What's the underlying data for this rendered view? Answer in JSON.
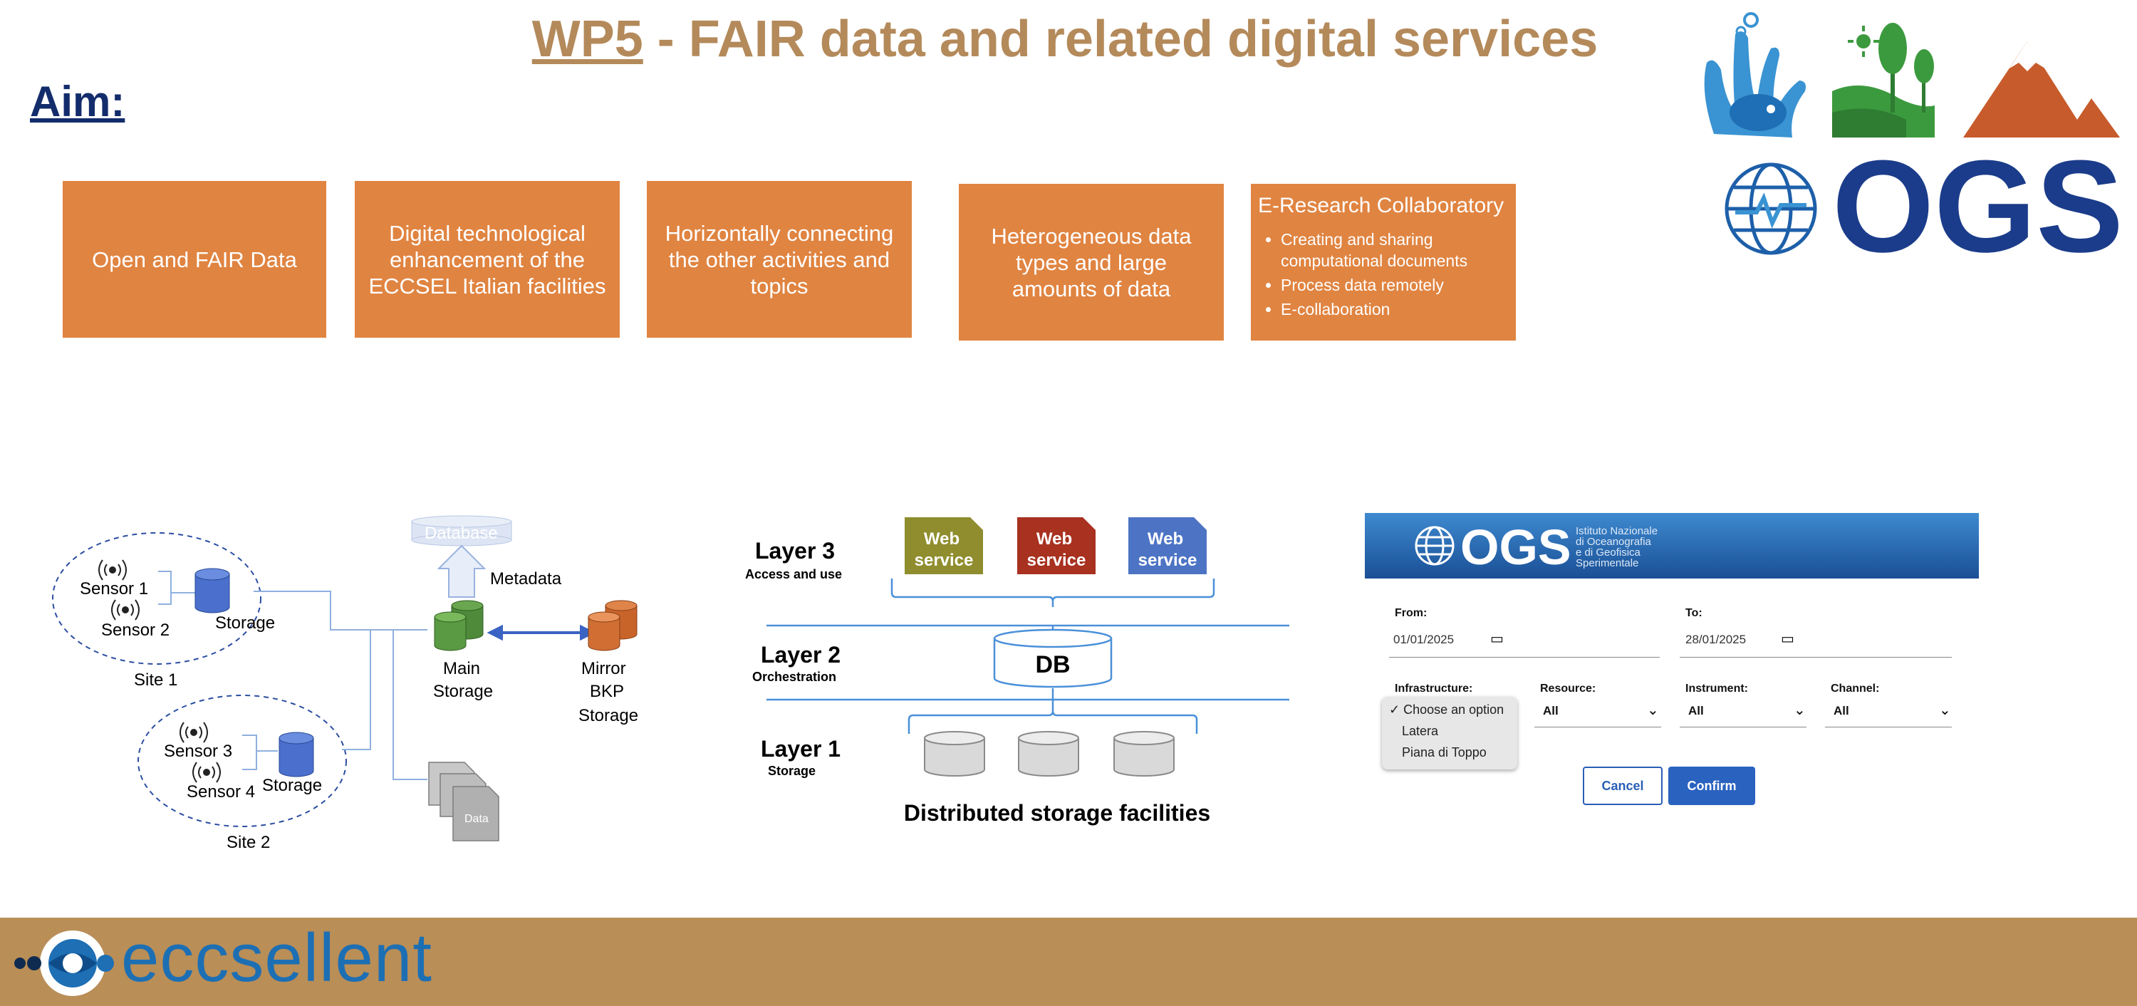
{
  "title": {
    "prefix": "WP5",
    "rest": " - FAIR data and related digital services"
  },
  "aim": "Aim:",
  "boxes": [
    "Open and FAIR Data",
    "Digital technological enhancement of the ECCSEL Italian facilities",
    "Horizontally connecting the other activities  and topics",
    "Heterogeneous data types and large amounts of data"
  ],
  "eresearch": {
    "title": "E-Research Collaboratory",
    "items": [
      "Creating and sharing computational documents",
      "Process data remotely",
      "E-collaboration"
    ]
  },
  "logo": {
    "text": "OGS"
  },
  "diagram1": {
    "database": "Database",
    "metadata": "Metadata",
    "sensor1": "Sensor 1",
    "sensor2": "Sensor 2",
    "sensor3": "Sensor 3",
    "sensor4": "Sensor 4",
    "storage": "Storage",
    "site1": "Site 1",
    "site2": "Site 2",
    "main_storage": [
      "Main",
      "Storage"
    ],
    "mirror": [
      "Mirror",
      "BKP",
      "Storage"
    ],
    "data_label": "Data"
  },
  "diagram2": {
    "layer3": "Layer 3",
    "layer3_sub": "Access and use",
    "layer2": "Layer 2",
    "layer2_sub": "Orchestration",
    "layer1": "Layer 1",
    "layer1_sub": "Storage",
    "web_service": [
      "Web",
      "service"
    ],
    "db": "DB",
    "distributed": "Distributed  storage facilities",
    "ws_colors": [
      "#8f8d2e",
      "#a83120",
      "#4d74c4"
    ]
  },
  "form": {
    "header_logo": "OGS",
    "header_institute": [
      "Istituto Nazionale",
      "di Oceanografia",
      "e di Geofisica",
      "Sperimentale"
    ],
    "from_label": "From:",
    "from_value": "01/01/2025",
    "to_label": "To:",
    "to_value": "28/01/2025",
    "infrastructure_label": "Infrastructure:",
    "resource_label": "Resource:",
    "resource_value": "All",
    "instrument_label": "Instrument:",
    "instrument_value": "All",
    "channel_label": "Channel:",
    "channel_value": "All",
    "dropdown_options": [
      "✓ Choose an option",
      "Latera",
      "Piana di Toppo"
    ],
    "cancel": "Cancel",
    "confirm": "Confirm"
  },
  "footer": {
    "brand": "eccsellent"
  }
}
